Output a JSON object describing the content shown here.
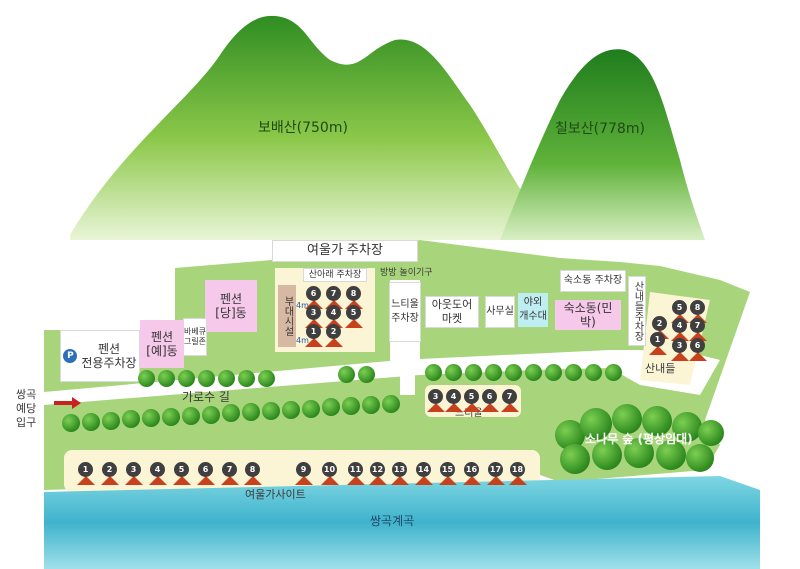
{
  "mountains": {
    "left": "보배산(750m)",
    "right": "칠보산(778m)"
  },
  "colors": {
    "grass": "#a8d47b",
    "mountain": "#3f9a2c",
    "road": "#ffffff",
    "pink_building": "#f6c9ea",
    "cyan_building": "#bfeef2",
    "badge": "#3f3f3f",
    "tent": "#c7411d",
    "water": "#5fc7d8",
    "arrow": "#c8231e"
  },
  "buildings": {
    "main_parking": "여울가 주차장",
    "upper_parking": "산아래 주차장",
    "pension_dang": "펜션\n[당]동",
    "bbq": "바베큐\n그릴존",
    "pension_ye": "펜션\n[예]동",
    "pension_parking": "펜션\n전용주차장",
    "parking_icon": "P",
    "facility": "부대시설",
    "playground": "방방 놀이기구",
    "neutil_parking": "느티울\n주차장",
    "outdoor_market": "아웃도어\n마켓",
    "office": "사무실",
    "outdoor_sink": "야외\n개수대",
    "lodging_parking": "숙소동 주차장",
    "lodging": "숙소동(민박)",
    "sannae_parking": "산내들주차장"
  },
  "distances": [
    "4m",
    "4m"
  ],
  "areas": {
    "sannae": "산내들",
    "neutil": "느티울",
    "yeoulga_site": "여울가사이트",
    "pine_forest": "소나무 숲 (평상임대)",
    "tree_road": "가로수 길",
    "valley": "쌍곡계곡",
    "entrance": "쌍곡\n예당\n입구"
  },
  "sites": {
    "upper": [
      "6",
      "7",
      "8",
      "3",
      "4",
      "5",
      "1",
      "2"
    ],
    "sannae": [
      "5",
      "8",
      "2",
      "4",
      "7",
      "1",
      "3",
      "6"
    ],
    "neutil": [
      "3",
      "4",
      "5",
      "6",
      "7"
    ],
    "yeoulga": [
      "1",
      "2",
      "3",
      "4",
      "5",
      "6",
      "7",
      "8",
      "9",
      "10",
      "11",
      "12",
      "13",
      "14",
      "15",
      "16",
      "17",
      "18"
    ]
  }
}
